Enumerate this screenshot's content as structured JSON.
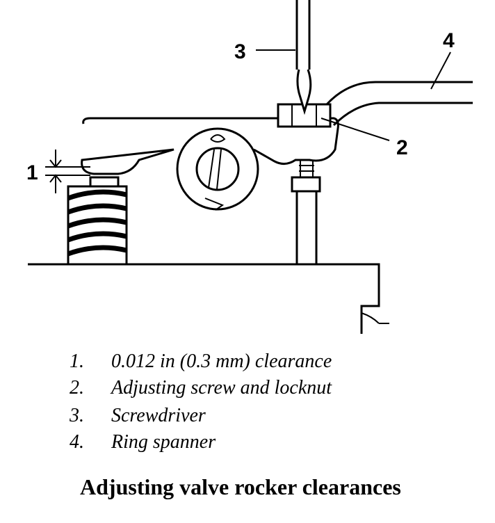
{
  "diagram": {
    "callouts": [
      "1",
      "2",
      "3",
      "4"
    ]
  },
  "legend": [
    {
      "num": "1.",
      "text": "0.012 in (0.3 mm) clearance"
    },
    {
      "num": "2.",
      "text": "Adjusting screw and locknut"
    },
    {
      "num": "3.",
      "text": "Screwdriver"
    },
    {
      "num": "4.",
      "text": "Ring spanner"
    }
  ],
  "caption": "Adjusting valve rocker clearances"
}
